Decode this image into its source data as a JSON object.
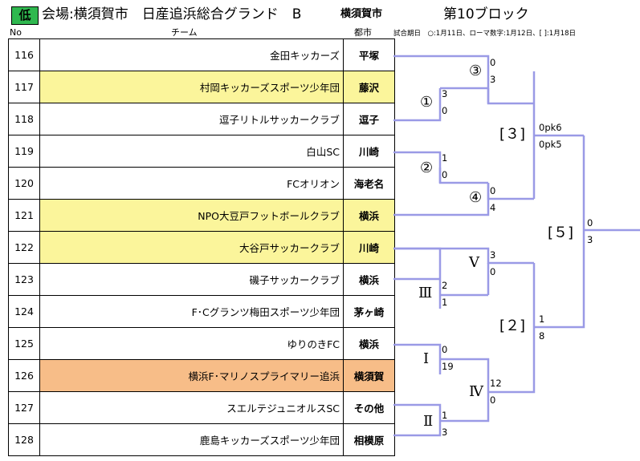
{
  "header": {
    "level_badge": "低",
    "venue": "会場:横須賀市　日産追浜総合グランド　B",
    "city": "横須賀市",
    "block": "第10ブロック"
  },
  "columns": {
    "no": "No",
    "team": "チーム",
    "city": "都市"
  },
  "legend": "試合期日　○:1月11日、ローマ数字:1月12日、[ ]:1月18日",
  "teams": [
    {
      "no": "116",
      "name": "金田キッカーズ",
      "city": "平塚",
      "hl": ""
    },
    {
      "no": "117",
      "name": "村岡キッカーズスポーツ少年団",
      "city": "藤沢",
      "hl": "yellow"
    },
    {
      "no": "118",
      "name": "逗子リトルサッカークラブ",
      "city": "逗子",
      "hl": ""
    },
    {
      "no": "119",
      "name": "白山SC",
      "city": "川崎",
      "hl": ""
    },
    {
      "no": "120",
      "name": "FCオリオン",
      "city": "海老名",
      "hl": ""
    },
    {
      "no": "121",
      "name": "NPO大豆戸フットボールクラブ",
      "city": "横浜",
      "hl": "yellow"
    },
    {
      "no": "122",
      "name": "大谷戸サッカークラブ",
      "city": "川崎",
      "hl": "yellow"
    },
    {
      "no": "123",
      "name": "磯子サッカークラブ",
      "city": "横浜",
      "hl": ""
    },
    {
      "no": "124",
      "name": "F･Cグランツ梅田スポーツ少年団",
      "city": "茅ヶ崎",
      "hl": ""
    },
    {
      "no": "125",
      "name": "ゆりのきFC",
      "city": "横浜",
      "hl": ""
    },
    {
      "no": "126",
      "name": "横浜F･マリノスプライマリー追浜",
      "city": "横須賀",
      "hl": "orange"
    },
    {
      "no": "127",
      "name": "スエルテジュニオルスSC",
      "city": "その他",
      "hl": ""
    },
    {
      "no": "128",
      "name": "鹿島キッカーズスポーツ少年団",
      "city": "相模原",
      "hl": ""
    }
  ],
  "matches": [
    {
      "label": "①",
      "score_top": "3",
      "score_bottom": "0"
    },
    {
      "label": "③",
      "score_top": "0",
      "score_bottom": "3"
    },
    {
      "label": "②",
      "score_top": "1",
      "score_bottom": "0"
    },
    {
      "label": "④",
      "score_top": "0",
      "score_bottom": "4"
    },
    {
      "label": "[３]",
      "score_top": "0pk6",
      "score_bottom": "0pk5"
    },
    {
      "label": "Ⅲ",
      "score_top": "2",
      "score_bottom": "1"
    },
    {
      "label": "Ⅴ",
      "score_top": "3",
      "score_bottom": "0"
    },
    {
      "label": "Ⅰ",
      "score_top": "0",
      "score_bottom": "19"
    },
    {
      "label": "Ⅱ",
      "score_top": "1",
      "score_bottom": "3"
    },
    {
      "label": "Ⅳ",
      "score_top": "12",
      "score_bottom": "0"
    },
    {
      "label": "[２]",
      "score_top": "1",
      "score_bottom": "8"
    },
    {
      "label": "[５]",
      "score_top": "0",
      "score_bottom": "3"
    }
  ],
  "colors": {
    "bracket_line": "#9a9ae6",
    "badge": "#2fb84f",
    "yellow": "#fbf59b",
    "orange": "#f7bd88"
  }
}
